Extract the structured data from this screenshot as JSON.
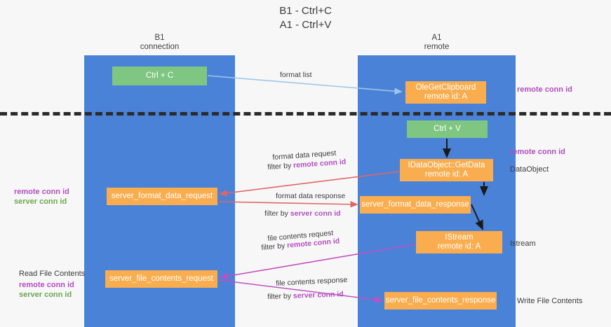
{
  "title": "B1 - Ctrl+C\nA1 - Ctrl+V",
  "columns": {
    "left": {
      "name": "B1",
      "role": "connection"
    },
    "right": {
      "name": "A1",
      "role": "remote"
    }
  },
  "colors": {
    "column_fill": "#4a82d8",
    "green_node": "#7ec681",
    "orange_node": "#f9ad4e",
    "purple_text": "#b14ec0",
    "green_text": "#6aa84f",
    "divider": "#2b2b2b",
    "arrow_format_list": "#9fc5e8",
    "arrow_format_data": "#e06666",
    "arrow_file_contents": "#c24fc2",
    "arrow_black": "#1a1a1a"
  },
  "nodes": {
    "ctrl_c": "Ctrl + C",
    "ctrl_v": "Ctrl + V",
    "idataobject": "OleGetClipboard\nremote id: A",
    "idataobject_line1_raw": "IDataObject",
    "getdata": "IDataObject::GetData\nremote id: A",
    "istream": "IStream\nremote id: A",
    "server_format_data_request": "server_format_data_request",
    "server_format_data_response": "server_format_data_response",
    "server_file_contents_request": "server_file_contents_request",
    "server_file_contents_response": "server_file_contents_response"
  },
  "edges": {
    "format_list": "format list",
    "format_data_request": "format data request",
    "filter_by_prefix": "filter by ",
    "remote_conn_id": "remote conn id",
    "server_conn_id": "server conn id",
    "format_data_response": "format data response",
    "file_contents_request": "file contents request",
    "file_contents_response": "file contents response"
  },
  "annotations": {
    "right_remote_conn_id_top": "remote conn id",
    "right_remote_conn_id_mid": "remote conn id",
    "right_dataobject": "DataObject",
    "right_istream": "Istream",
    "right_write_file_contents": "Write File Contents",
    "left_remote_conn_id_mid": "remote conn id",
    "left_server_conn_id_mid": "server conn id",
    "left_read_file_contents": "Read File Contents",
    "left_remote_conn_id_bottom": "remote conn id",
    "left_server_conn_id_bottom": "server conn id"
  }
}
